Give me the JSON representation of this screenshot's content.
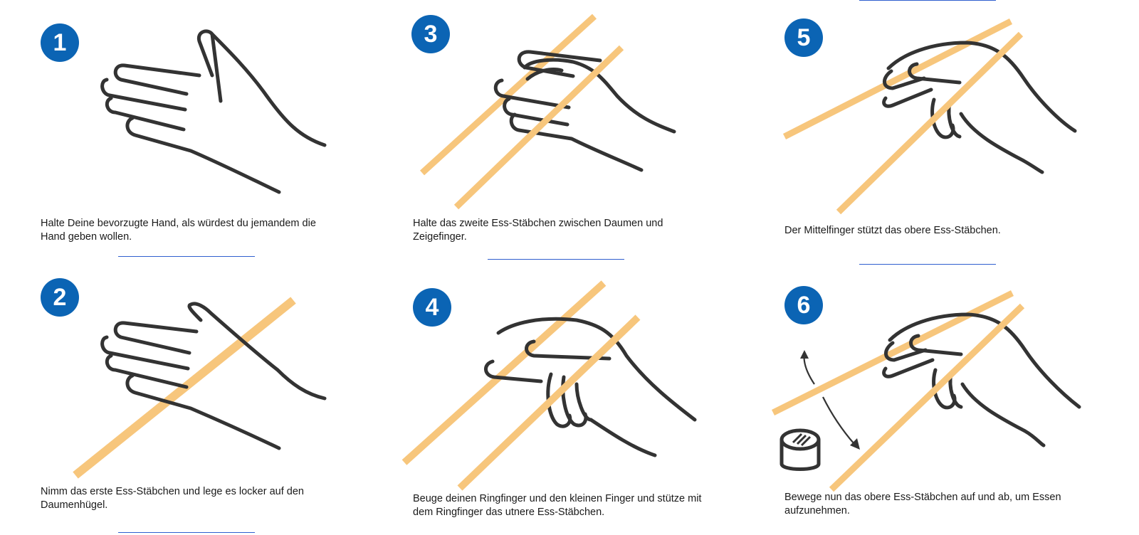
{
  "colors": {
    "badge": "#0b64b4",
    "chopstick": "#f7c67c",
    "outline": "#333333",
    "divider": "#2f5fcf"
  },
  "steps": [
    {
      "number": "1",
      "caption": "Halte Deine bevorzugte Hand, als würdest du jemandem die Hand geben wollen."
    },
    {
      "number": "2",
      "caption": "Nimm das erste Ess-Stäbchen und lege es locker auf den Daumenhügel."
    },
    {
      "number": "3",
      "caption": "Halte das zweite Ess-Stäbchen zwischen Daumen und Zeigefinger."
    },
    {
      "number": "4",
      "caption": "Beuge deinen Ringfinger und den kleinen Finger und stütze mit dem Ringfinger das utnere Ess-Stäbchen."
    },
    {
      "number": "5",
      "caption": "Der Mittelfinger stützt das obere Ess-Stäbchen."
    },
    {
      "number": "6",
      "caption": "Bewege nun das obere Ess-Stäbchen auf und ab, um Essen aufzunehmen."
    }
  ]
}
